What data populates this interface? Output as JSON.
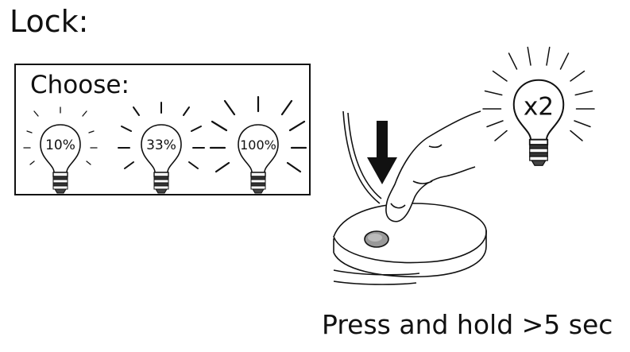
{
  "title": "Lock:",
  "choose_panel": {
    "label": "Choose:",
    "bulbs": [
      {
        "label": "10%"
      },
      {
        "label": "33%"
      },
      {
        "label": "100%"
      }
    ]
  },
  "indicator_bulb": {
    "label": "x2"
  },
  "caption": "Press and hold >5 sec"
}
